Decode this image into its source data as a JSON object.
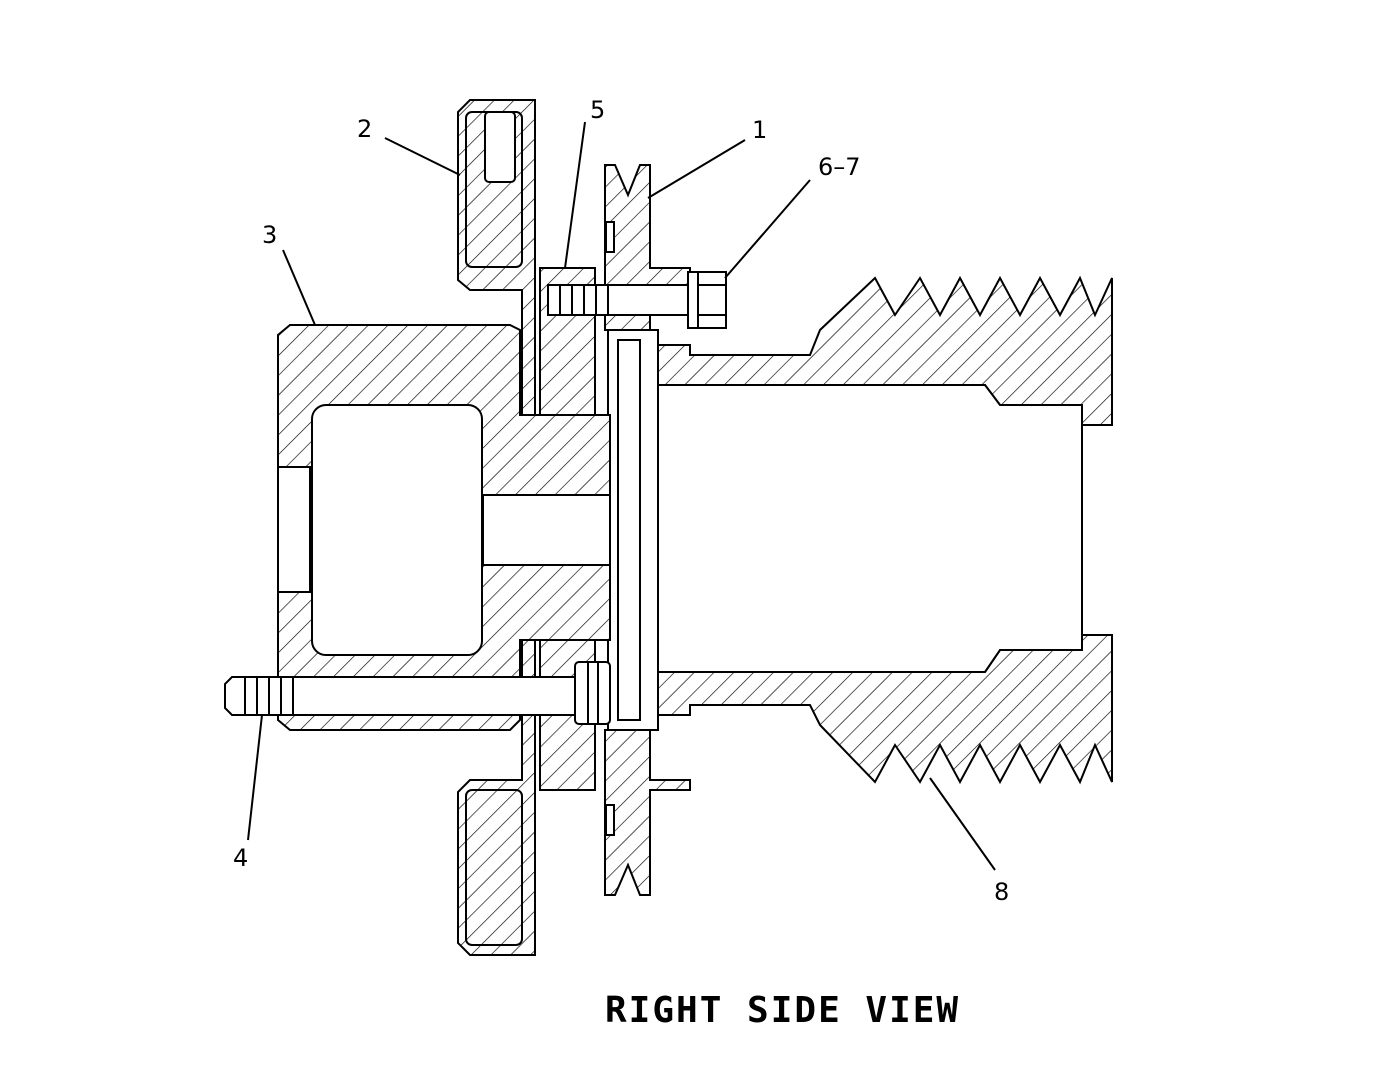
{
  "diagram": {
    "title": "RIGHT SIDE VIEW",
    "callouts": [
      {
        "id": "callout-1",
        "text": "1"
      },
      {
        "id": "callout-2",
        "text": "2"
      },
      {
        "id": "callout-3",
        "text": "3"
      },
      {
        "id": "callout-4",
        "text": "4"
      },
      {
        "id": "callout-5",
        "text": "5"
      },
      {
        "id": "callout-6-7",
        "text": "6–7"
      },
      {
        "id": "callout-8",
        "text": "8"
      }
    ]
  }
}
